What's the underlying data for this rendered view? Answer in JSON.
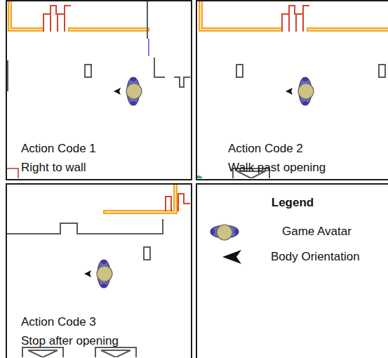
{
  "diagram": {
    "nodes": [
      {
        "text": [
          "Action Code 1",
          "Right to wall"
        ]
      },
      {
        "text": [
          "Action Code 2",
          "Walk past opening"
        ]
      },
      {
        "text": [
          "Action Code 3",
          "Stop after opening"
        ]
      },
      {
        "text": [
          "Legend"
        ]
      }
    ],
    "legend": [
      {
        "text": "Game Avatar"
      },
      {
        "text": "Body Orientation"
      }
    ]
  }
}
